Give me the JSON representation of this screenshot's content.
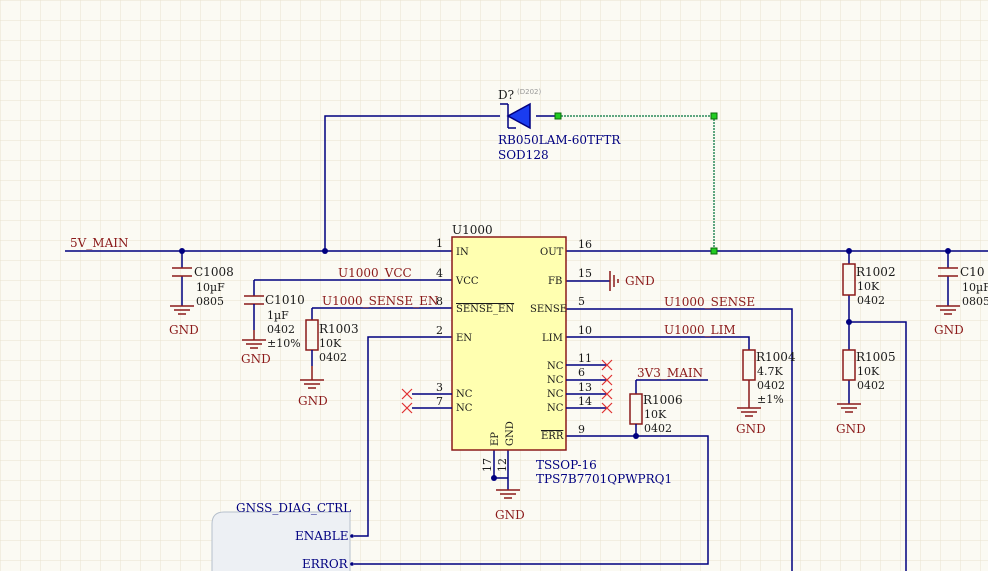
{
  "nets": {
    "v5_main": "5V_MAIN",
    "u1000_vcc": "U1000_VCC",
    "u1000_sense_en": "U1000_SENSE_EN",
    "u1000_sense": "U1000_SENSE",
    "u1000_lim": "U1000_LIM",
    "v3v3_main": "3V3_MAIN",
    "gnd": "GND"
  },
  "diode": {
    "ref": "D?",
    "alt": "(D202)",
    "part": "RB050LAM-60TFTR",
    "package": "SOD128"
  },
  "u1000": {
    "ref": "U1000",
    "package": "TSSOP-16",
    "part": "TPS7B7701QPWPRQ1",
    "pins": {
      "in": {
        "name": "IN",
        "num": "1"
      },
      "vcc": {
        "name": "VCC",
        "num": "4"
      },
      "sense_en": {
        "name": "SENSE_EN",
        "num": "8"
      },
      "en": {
        "name": "EN",
        "num": "2"
      },
      "nc3": {
        "name": "NC",
        "num": "3"
      },
      "nc7": {
        "name": "NC",
        "num": "7"
      },
      "out": {
        "name": "OUT",
        "num": "16"
      },
      "fb": {
        "name": "FB",
        "num": "15"
      },
      "sense": {
        "name": "SENSE",
        "num": "5"
      },
      "lim": {
        "name": "LIM",
        "num": "10"
      },
      "nc11": {
        "name": "NC",
        "num": "11"
      },
      "nc6": {
        "name": "NC",
        "num": "6"
      },
      "nc13": {
        "name": "NC",
        "num": "13"
      },
      "nc14": {
        "name": "NC",
        "num": "14"
      },
      "err": {
        "name": "ERR",
        "num": "9"
      },
      "ep": {
        "name": "EP",
        "num": "17"
      },
      "gnd": {
        "name": "GND",
        "num": "12"
      }
    }
  },
  "components": {
    "c1008": {
      "ref": "C1008",
      "value": "10µF",
      "pkg": "0805"
    },
    "c1010": {
      "ref": "C1010",
      "value": "1µF",
      "pkg": "0402",
      "tol": "±10%"
    },
    "r1003": {
      "ref": "R1003",
      "value": "10K",
      "pkg": "0402"
    },
    "r1004": {
      "ref": "R1004",
      "value": "4.7K",
      "pkg": "0402",
      "tol": "±1%"
    },
    "r1006": {
      "ref": "R1006",
      "value": "10K",
      "pkg": "0402"
    },
    "r1002": {
      "ref": "R1002",
      "value": "10K",
      "pkg": "0402"
    },
    "r1005": {
      "ref": "R1005",
      "value": "10K",
      "pkg": "0402"
    },
    "c10xx": {
      "ref": "C10",
      "value": "10µF",
      "pkg": "0805"
    }
  },
  "sheet": {
    "title": "GNSS_DIAG_CTRL",
    "ports": {
      "enable": "ENABLE",
      "error": "ERROR"
    }
  },
  "colors": {
    "wire": "#000080",
    "component": "#8b1a1a",
    "chip_fill": "#ffffb0",
    "nc": "#e03030"
  }
}
